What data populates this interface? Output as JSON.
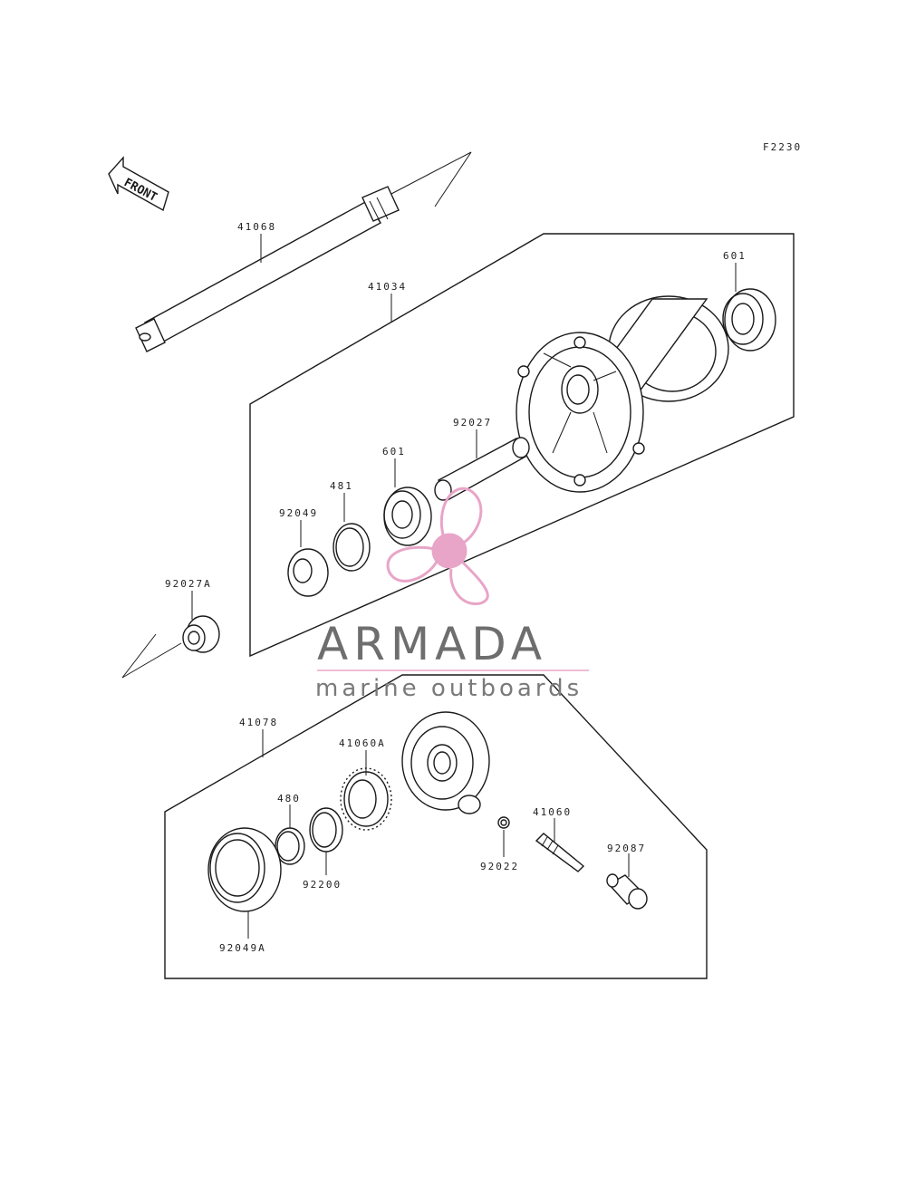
{
  "diagram": {
    "code": "F2230",
    "front_label": "FRONT",
    "parts": {
      "p41068": "41068",
      "p41034": "41034",
      "p601_top": "601",
      "p92027": "92027",
      "p601_mid": "601",
      "p481": "481",
      "p92049": "92049",
      "p92027A": "92027A",
      "p41078": "41078",
      "p41060A": "41060A",
      "p480": "480",
      "p41060": "41060",
      "p92087": "92087",
      "p92200": "92200",
      "p92022": "92022",
      "p92049A": "92049A"
    }
  },
  "watermark": {
    "brand": "ARMADA",
    "tagline": "marine outboards",
    "logo_color": "#e8a5c8",
    "text_color": "#6e6e6e"
  }
}
